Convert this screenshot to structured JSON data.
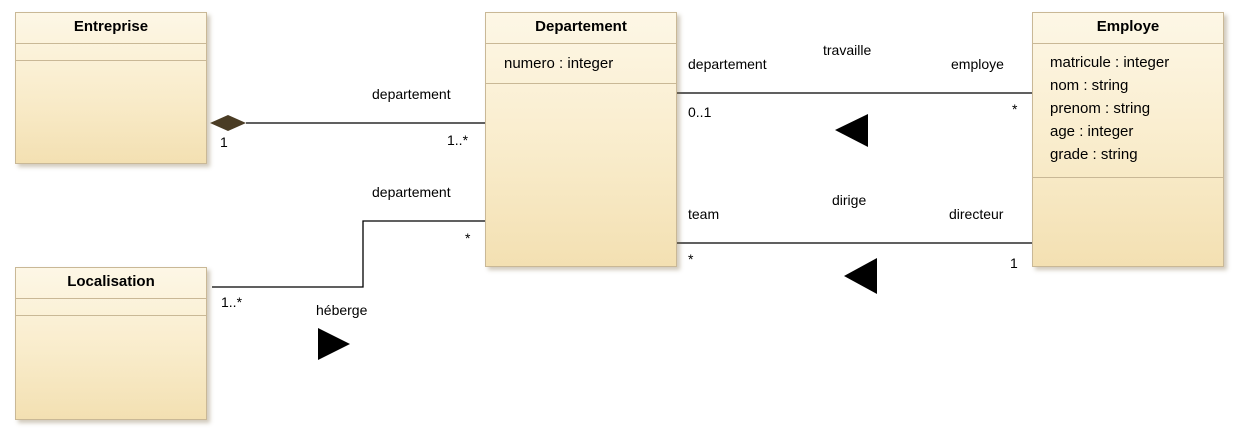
{
  "classes": {
    "entreprise": {
      "name": "Entreprise",
      "attributes": []
    },
    "localisation": {
      "name": "Localisation",
      "attributes": []
    },
    "departement": {
      "name": "Departement",
      "attributes": [
        "numero : integer"
      ]
    },
    "employe": {
      "name": "Employe",
      "attributes": [
        "matricule : integer",
        "nom : string",
        "prenom : string",
        "age : integer",
        "grade : string"
      ]
    }
  },
  "associations": {
    "entreprise_departement": {
      "role": "departement",
      "mult_entreprise": "1",
      "mult_departement": "1..*",
      "kind": "composition"
    },
    "localisation_departement": {
      "name": "héberge",
      "role": "departement",
      "mult_localisation": "1..*",
      "mult_departement": "*"
    },
    "travaille": {
      "name": "travaille",
      "role_departement": "departement",
      "role_employe": "employe",
      "mult_departement": "0..1",
      "mult_employe": "*"
    },
    "dirige": {
      "name": "dirige",
      "role_departement": "team",
      "role_employe": "directeur",
      "mult_departement": "*",
      "mult_employe": "1"
    }
  },
  "colors": {
    "class_fill": "#f9eccb",
    "class_border": "#c9b896",
    "line": "#000000",
    "composition_diamond": "#4a3c24"
  }
}
